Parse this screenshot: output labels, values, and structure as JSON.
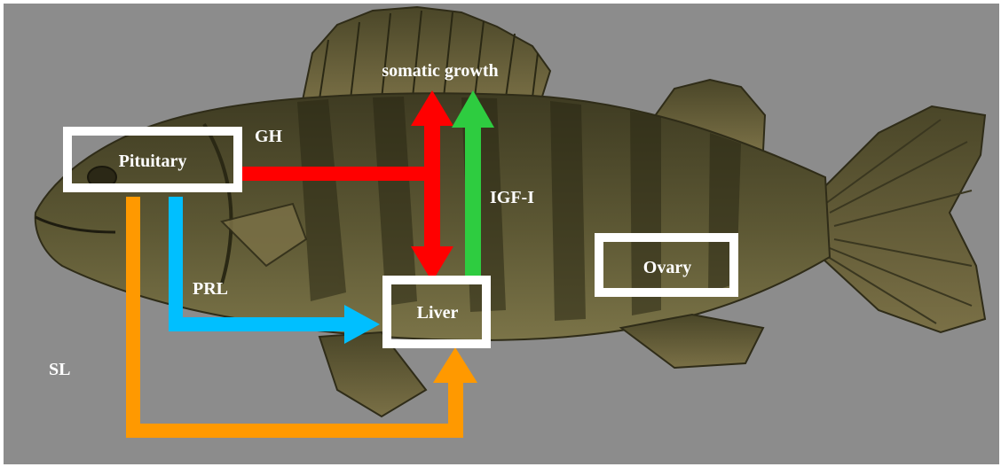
{
  "colors": {
    "background": "#8c8c8c",
    "fish_body": "#5a5532",
    "fish_dark": "#2e2c18",
    "fish_fin": "#6e6a3e",
    "box_stroke": "#ffffff",
    "gh_arrow": "#ff0000",
    "igf_arrow": "#2ecc40",
    "prl_arrow": "#00bfff",
    "sl_arrow": "#ff9900"
  },
  "nodes": {
    "pituitary": "Pituitary",
    "liver": "Liver",
    "ovary": "Ovary"
  },
  "labels": {
    "somatic_growth": "somatic growth",
    "gh": "GH",
    "igf": "IGF-I",
    "prl": "PRL",
    "sl": "SL"
  },
  "image": {
    "subject": "yellow perch fish",
    "icon": "fish-illustration"
  }
}
